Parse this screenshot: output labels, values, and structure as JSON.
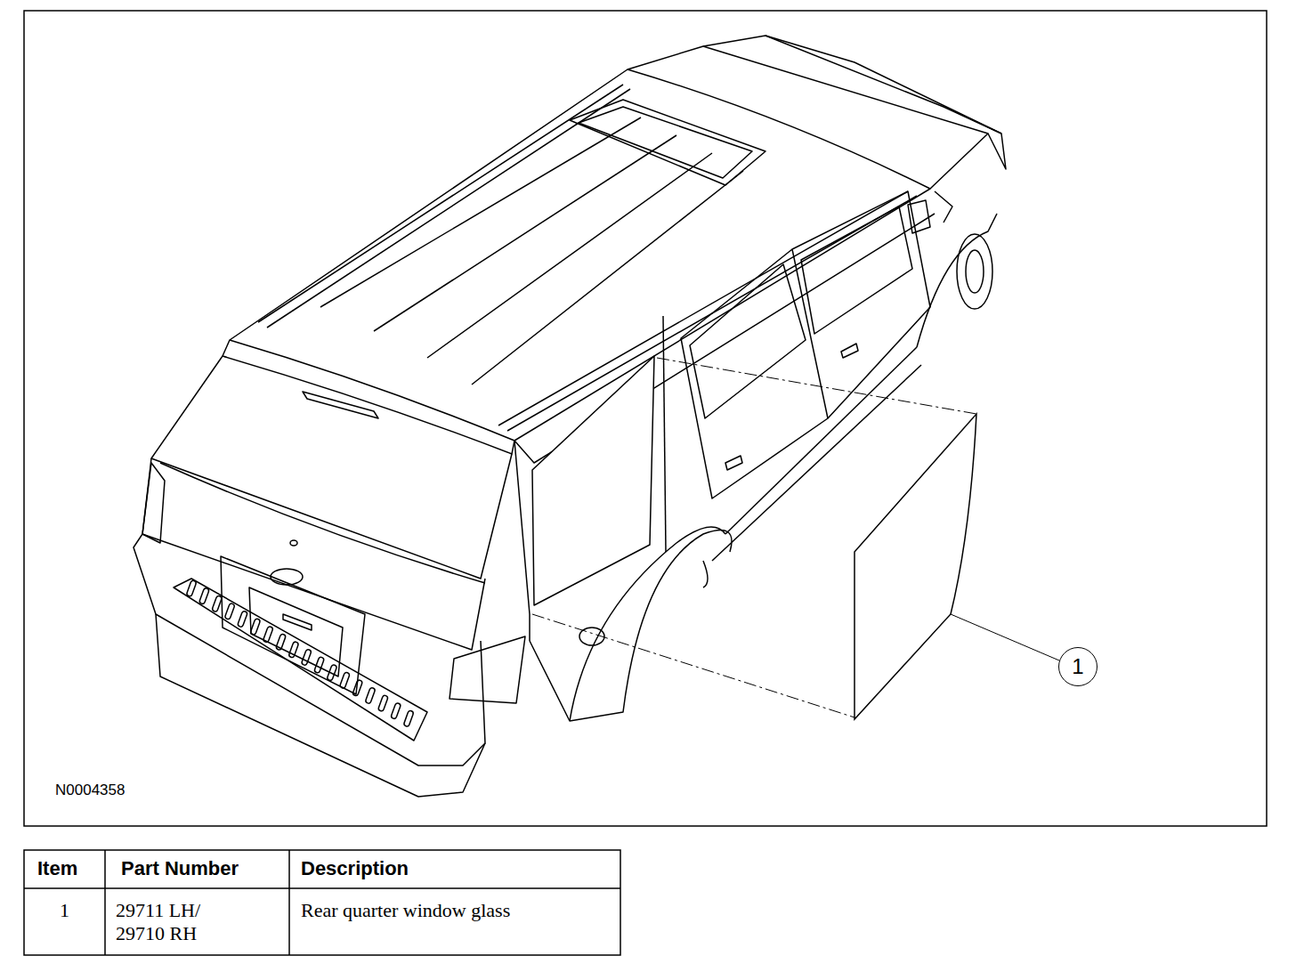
{
  "diagram": {
    "nodes": [
      {
        "text": [
          "1"
        ]
      }
    ],
    "labels": [
      "N0004358",
      "Item",
      "Part Number",
      "Description",
      "1",
      "29711 LH/ 29710 RH",
      "Rear quarter window glass"
    ]
  }
}
